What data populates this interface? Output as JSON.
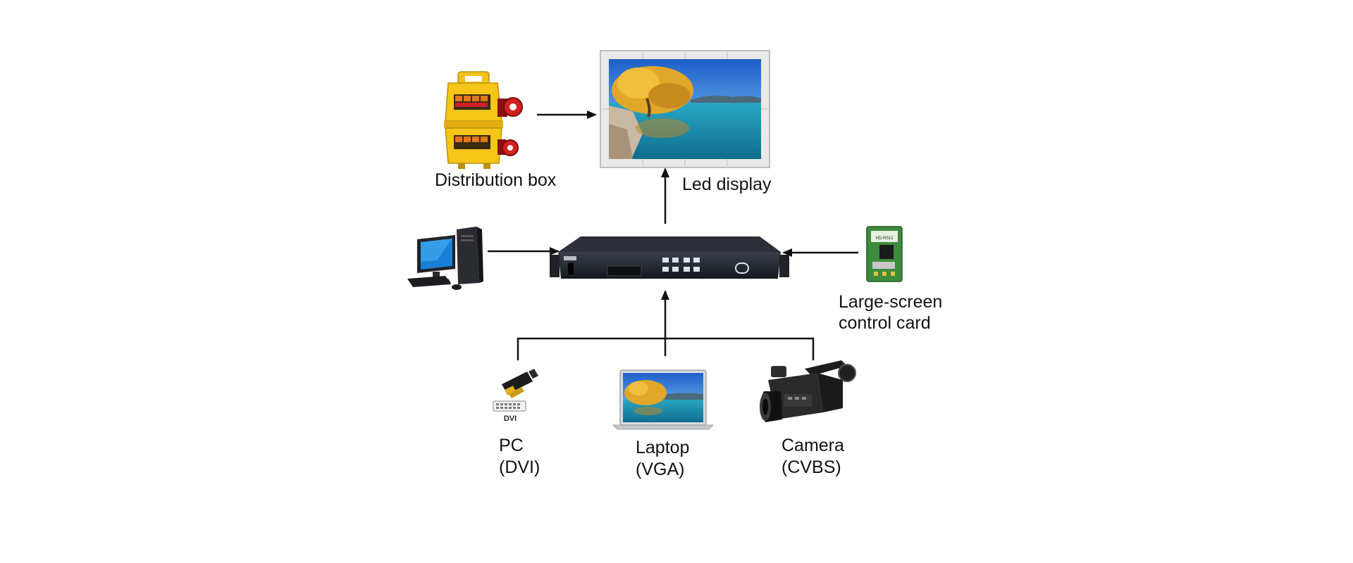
{
  "nodes": {
    "distribution_box": {
      "label": "Distribution box"
    },
    "led_display": {
      "label": "Led display"
    },
    "computer": {
      "label": ""
    },
    "video_processor": {
      "label": ""
    },
    "control_card": {
      "label_line1": "Large-screen",
      "label_line2": "control card",
      "card_text": "HD-R512"
    },
    "dvi_connector": {
      "label_line1": "PC",
      "label_line2": "(DVI)",
      "connector_text": "DVI"
    },
    "laptop": {
      "label_line1": "Laptop",
      "label_line2": "(VGA)"
    },
    "camera": {
      "label_line1": "Camera",
      "label_line2": "(CVBS)"
    }
  },
  "edges": [
    {
      "from": "distribution_box",
      "to": "led_display"
    },
    {
      "from": "video_processor",
      "to": "led_display"
    },
    {
      "from": "computer",
      "to": "video_processor"
    },
    {
      "from": "control_card",
      "to": "video_processor"
    },
    {
      "from": "dvi_connector",
      "to": "video_processor"
    },
    {
      "from": "laptop",
      "to": "video_processor"
    },
    {
      "from": "camera",
      "to": "video_processor"
    }
  ],
  "colors": {
    "line": "#111111",
    "box_yellow": "#f2c21a",
    "socket_red": "#d42020",
    "sky": "#2a6fd6",
    "water": "#1f8fb0",
    "tree": "#e2a72a",
    "device_dark": "#1c1f26",
    "pcb_green": "#3d8b3d"
  }
}
